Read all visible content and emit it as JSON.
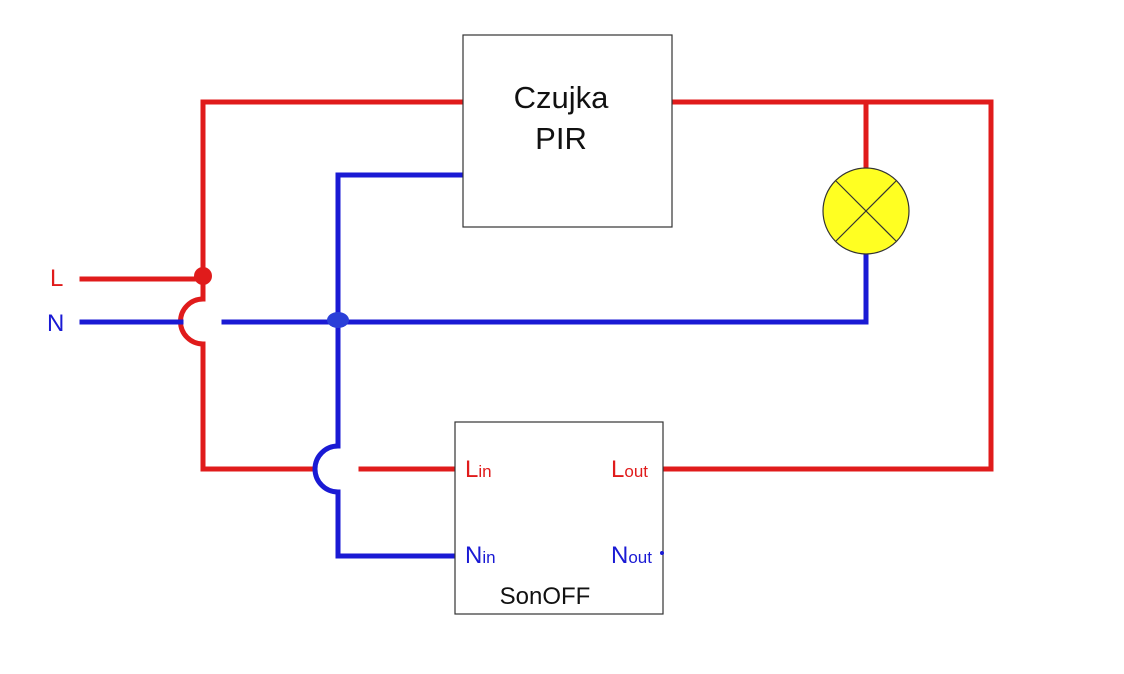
{
  "pir": {
    "line1": "Czujka",
    "line2": "PIR"
  },
  "sonoff": {
    "name": "SonOFF",
    "lin_main": "L",
    "lin_sub": "in",
    "lout_main": "L",
    "lout_sub": "out",
    "nin_main": "N",
    "nin_sub": "in",
    "nout_main": "N",
    "nout_sub": "out"
  },
  "supply": {
    "l_label": "L",
    "n_label": "N"
  },
  "colors": {
    "live": "#e01b1b",
    "neutral": "#1a1ad4",
    "lamp": "#ffff22"
  }
}
